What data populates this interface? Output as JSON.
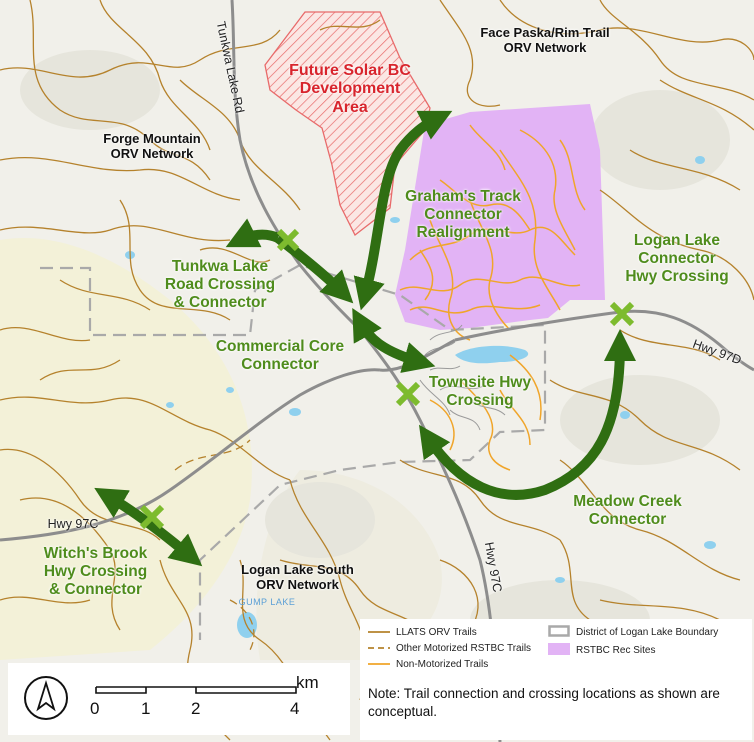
{
  "labels": {
    "solar": "Future Solar BC\nDevelopment\nArea",
    "face_paska": "Face Paska/Rim Trail\nORV Network",
    "forge": "Forge Mountain\nORV Network",
    "tunkwa_rd": "Tunkwa Lake Rd",
    "grahams": "Graham's Track\nConnector\nRealignment",
    "logan_connector": "Logan Lake\nConnector\nHwy Crossing",
    "tunkwa_crossing": "Tunkwa Lake\nRoad Crossing\n& Connector",
    "commercial": "Commercial Core\nConnector",
    "townsite": "Townsite Hwy\nCrossing",
    "hwy97d": "Hwy 97D",
    "meadow": "Meadow Creek\nConnector",
    "hwy97c_west": "Hwy 97C",
    "hwy97c_south": "Hwy 97C",
    "witchs": "Witch's Brook\nHwy Crossing\n& Connector",
    "logan_south": "Logan Lake South\nORV Network",
    "gump": "GUMP LAKE"
  },
  "legend": {
    "llats": "LLATS ORV Trails",
    "other_motorized": "Other Motorized RSTBC Trails",
    "non_motorized": "Non-Motorized Trails",
    "boundary": "District of Logan Lake Boundary",
    "rec_sites": "RSTBC Rec Sites",
    "note": "Note: Trail connection and crossing locations as shown are conceptual."
  },
  "scale": {
    "ticks": [
      "0",
      "1",
      "2",
      "4"
    ],
    "unit": "km"
  },
  "icons": {
    "north": "north-arrow-icon",
    "crossing": "crossing-x-icon"
  },
  "colors": {
    "connector_arrow": "#2f6e12",
    "crossing_marker": "#7dbb2e",
    "llats_trail": "#b5822c",
    "non_motorized": "#f0a52a",
    "rec_site": "#e2b3f5",
    "solar_area": "#e86a6a",
    "boundary": "#a9a9a9",
    "highway": "#8d8d8d",
    "water": "#8fd0ee"
  }
}
